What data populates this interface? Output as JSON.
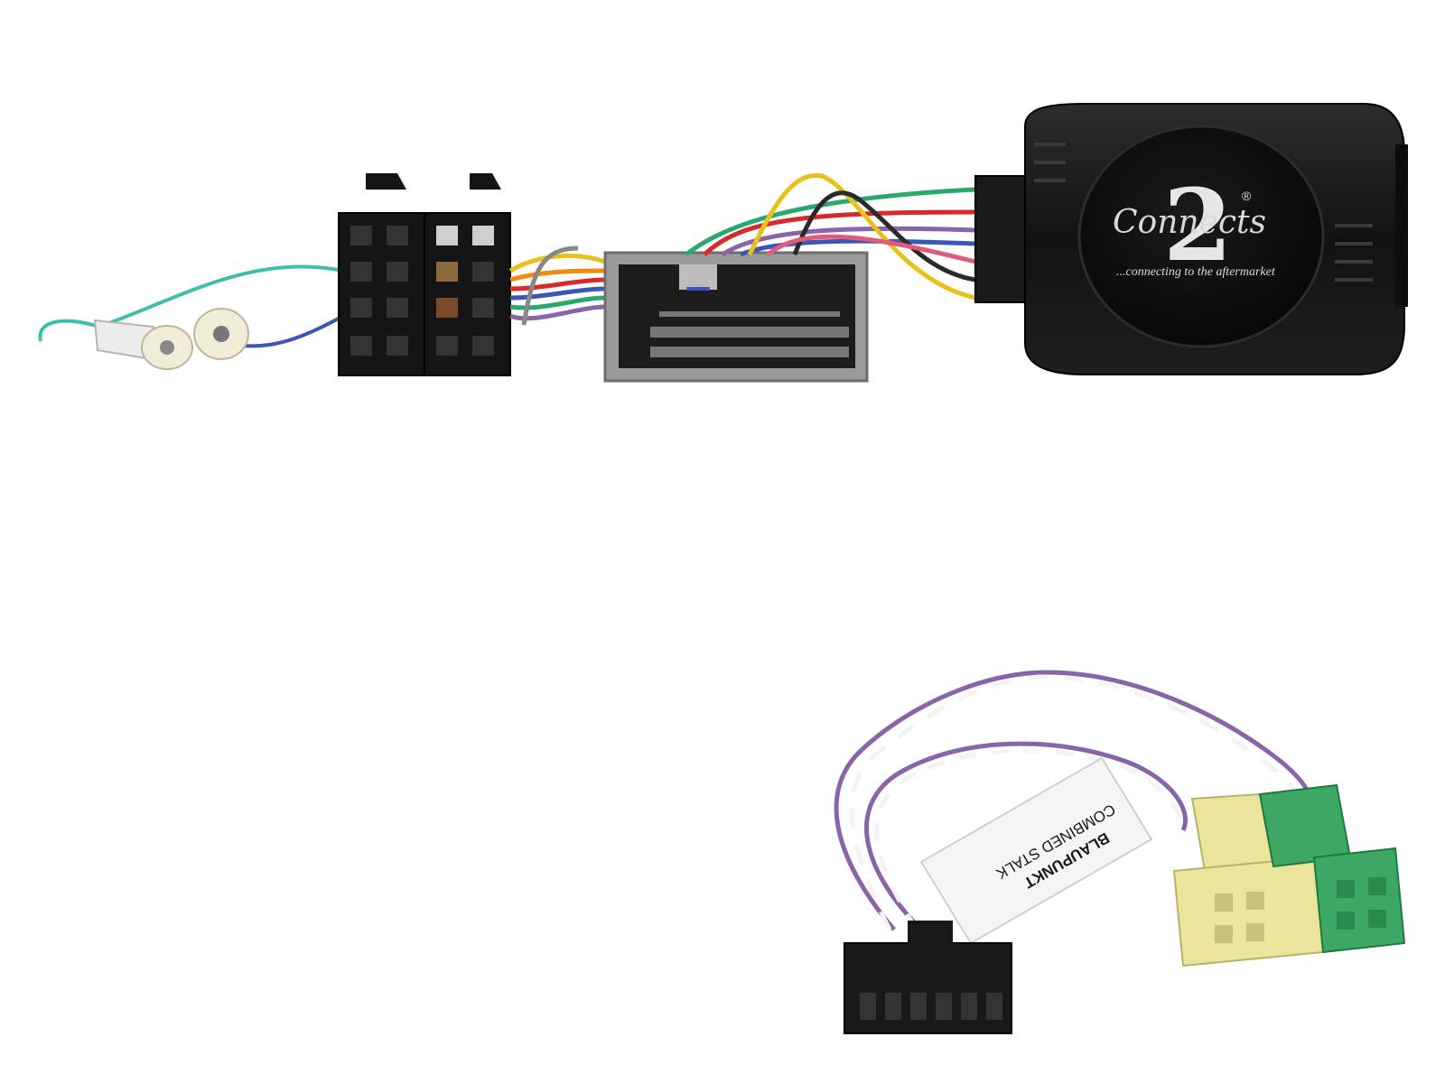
{
  "module": {
    "logo_digit": "2",
    "logo_script": "Connects",
    "logo_registered": "®",
    "tagline": "...connecting to the aftermarket"
  },
  "label": {
    "line1": "BLAUPUNKT",
    "line2": "COMBINED STALK"
  },
  "colors": {
    "module_body": "#161616",
    "iso_connector": "#151515",
    "grey_connector": "#9a9a9a",
    "yellow_connector": "#eae59a",
    "green_connector": "#3da865",
    "purple_wire": "#8a64a8",
    "teal_wire": "#3ec0a8"
  }
}
